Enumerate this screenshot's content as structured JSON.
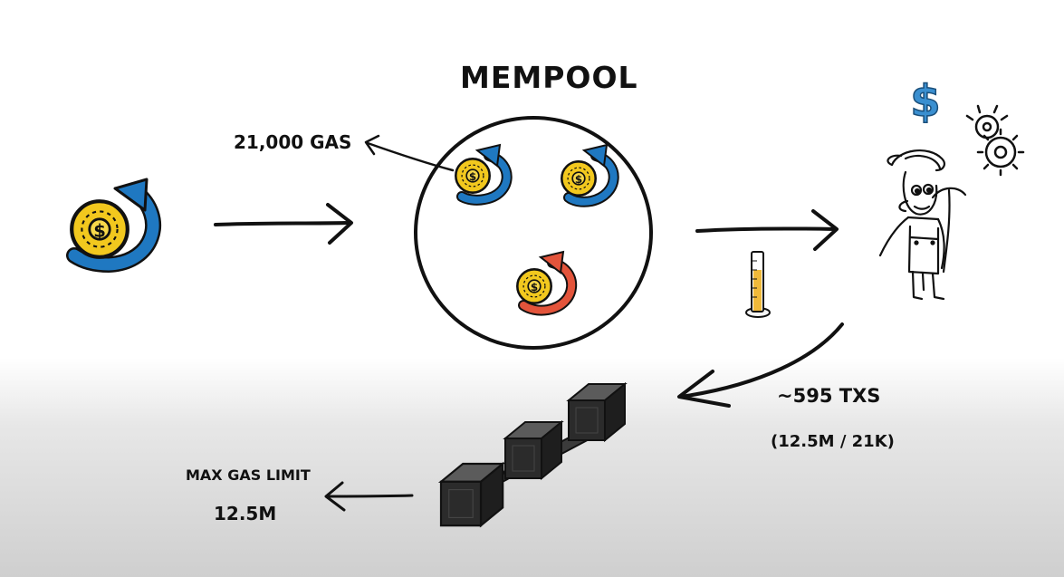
{
  "title": "MEMPOOL",
  "transaction_gas": "21,000 GAS",
  "block_tx_estimate": "~595 TXS",
  "block_tx_formula": "(12.5M / 21K)",
  "gas_limit": {
    "label": "MAX GAS LIMIT",
    "value": "12.5M"
  },
  "icons": {
    "transaction": "coin-with-blue-circular-arrow-icon",
    "rejected_transaction": "coin-with-red-circular-arrow-icon",
    "miner": "miner-with-pickaxe-icon",
    "reward": "dollar-sign-icon",
    "processing": "gears-icon",
    "gas_meter": "measuring-cylinder-icon",
    "blockchain": "blockchain-cubes-icon"
  },
  "colors": {
    "coin_fill": "#f2c81e",
    "arrow_blue": "#1f78c1",
    "arrow_red": "#e3543b",
    "dollar_blue": "#3a8fd0",
    "block_dark": "#2b2b2b"
  }
}
